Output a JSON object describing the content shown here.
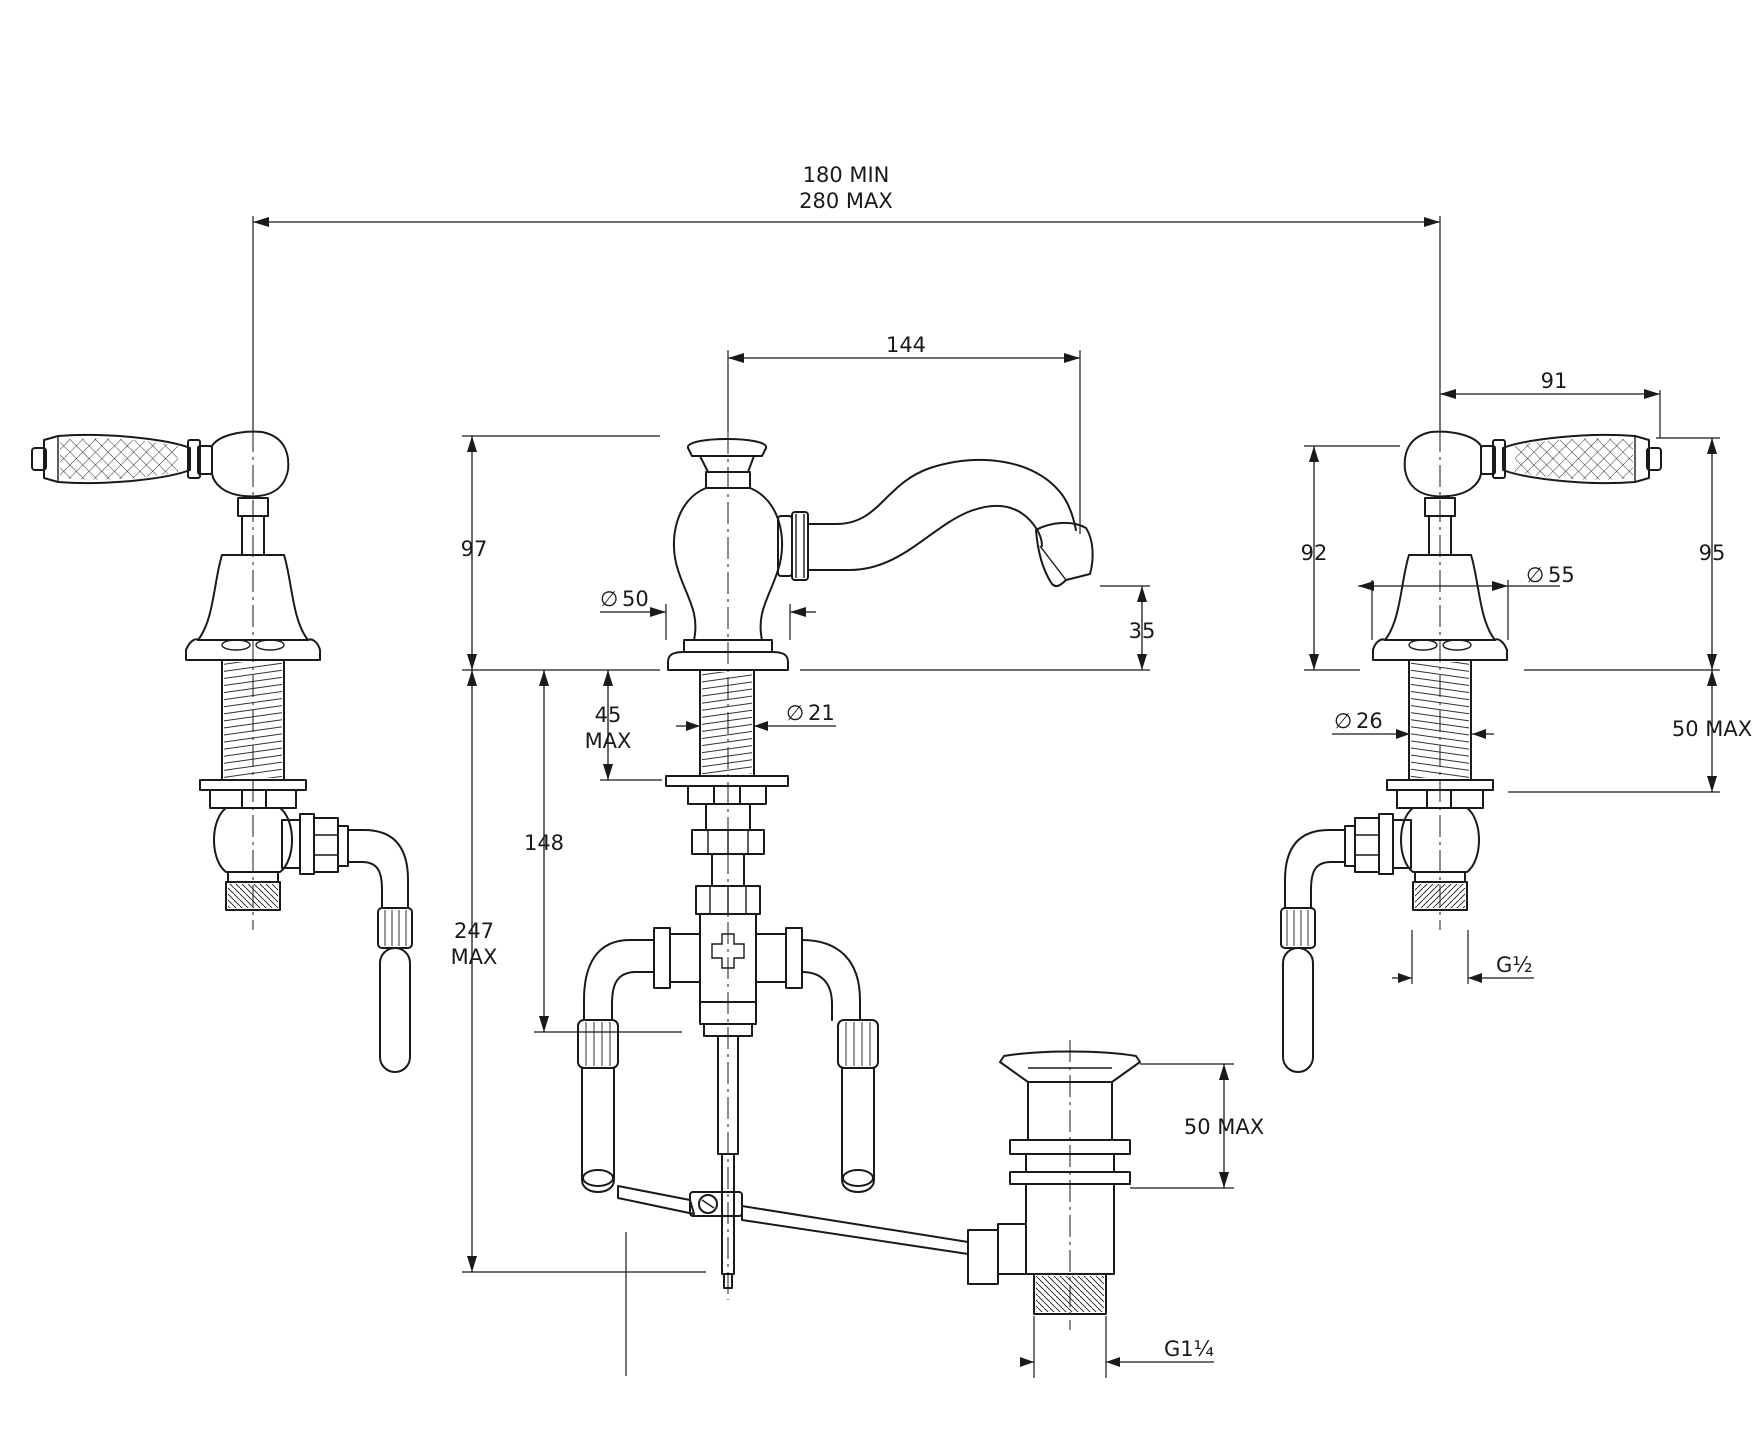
{
  "dimensions": {
    "overall_min": "180 MIN",
    "overall_max": "280 MAX",
    "spout_reach": "144",
    "spout_height": "97",
    "spout_outlet_height": "35",
    "body_diameter_symbol": "∅",
    "body_diameter": "50",
    "shank_diameter": "21",
    "deck_thickness_value": "45",
    "deck_thickness_suffix": "MAX",
    "shank_length": "148",
    "total_length_value": "247",
    "total_length_suffix": "MAX",
    "valve_spacing": "91",
    "valve_height_left": "92",
    "valve_height_right": "95",
    "valve_base_diameter": "55",
    "valve_shank_diameter": "26",
    "valve_deck_thickness": "50 MAX",
    "inlet_thread": "G½",
    "waste_deck_thickness": "50 MAX",
    "waste_thread": "G1¼"
  }
}
